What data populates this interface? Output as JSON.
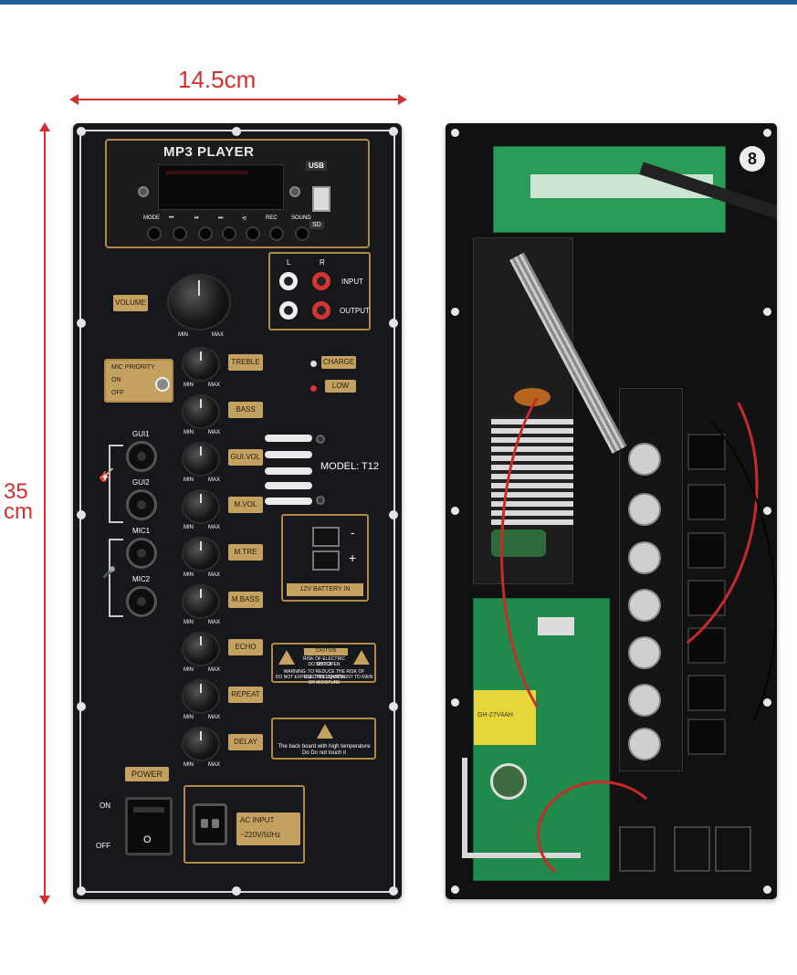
{
  "dimensions": {
    "width_label": "14.5cm",
    "height_label_value": "35",
    "height_label_unit": "cm"
  },
  "front_panel": {
    "mp3": {
      "title": "MP3 PLAYER",
      "usb_label": "USB",
      "sd_label": "SD",
      "buttons": [
        "MODE",
        "⏮",
        "⏯",
        "⏭",
        "⟲",
        "REC",
        "SOUND"
      ]
    },
    "io": {
      "left_channel": "L",
      "right_channel": "R",
      "input_label": "INPUT",
      "output_label": "OUTPUT"
    },
    "volume_label": "VOLUME",
    "min_label": "MIN",
    "max_label": "MAX",
    "mic_priority": {
      "title": "MIC PRIORITY",
      "on": "ON",
      "off": "OFF"
    },
    "indicators": {
      "charge": "CHARGE",
      "low": "LOW"
    },
    "controls": [
      "TREBLE",
      "BASS",
      "GUI.VOL",
      "M.VOL",
      "M.TRE",
      "M.BASS",
      "ECHO",
      "REPEAT",
      "DELAY"
    ],
    "jacks": {
      "gui1": "GUI1",
      "gui2": "GUI2",
      "mic1": "MIC1",
      "mic2": "MIC2"
    },
    "model": "MODEL: T12",
    "battery": {
      "label": "12V BATTERY IN",
      "minus": "-",
      "plus": "+"
    },
    "caution": {
      "title": "CAUTION",
      "line1": "RISK OF ELECTRIC SHOCK",
      "line2": "DO NOT OPEN",
      "line3": "WARNING: TO REDUCE THE RISK OF ELECTRIC SHOCK",
      "line4": "DO NOT EXPOSE THIS EQUIPMENT TO RAIN OR MOISTURE"
    },
    "heat_warning": {
      "line1": "The back board with high temperature",
      "line2": "Do Do not touch it"
    },
    "power": {
      "label": "POWER",
      "on": "ON",
      "off": "OFF",
      "rocker_off_glyph": "O"
    },
    "ac_input": {
      "line1": "AC INPUT",
      "line2": "~220V/50Hz"
    }
  },
  "back_panel": {
    "board_number": "8",
    "transformer_label": "GH-27V4AH"
  },
  "colors": {
    "dimension": "#d32f2f",
    "panel": "#17181b",
    "gold": "#c4a061",
    "pcb": "#1f8a4c"
  }
}
